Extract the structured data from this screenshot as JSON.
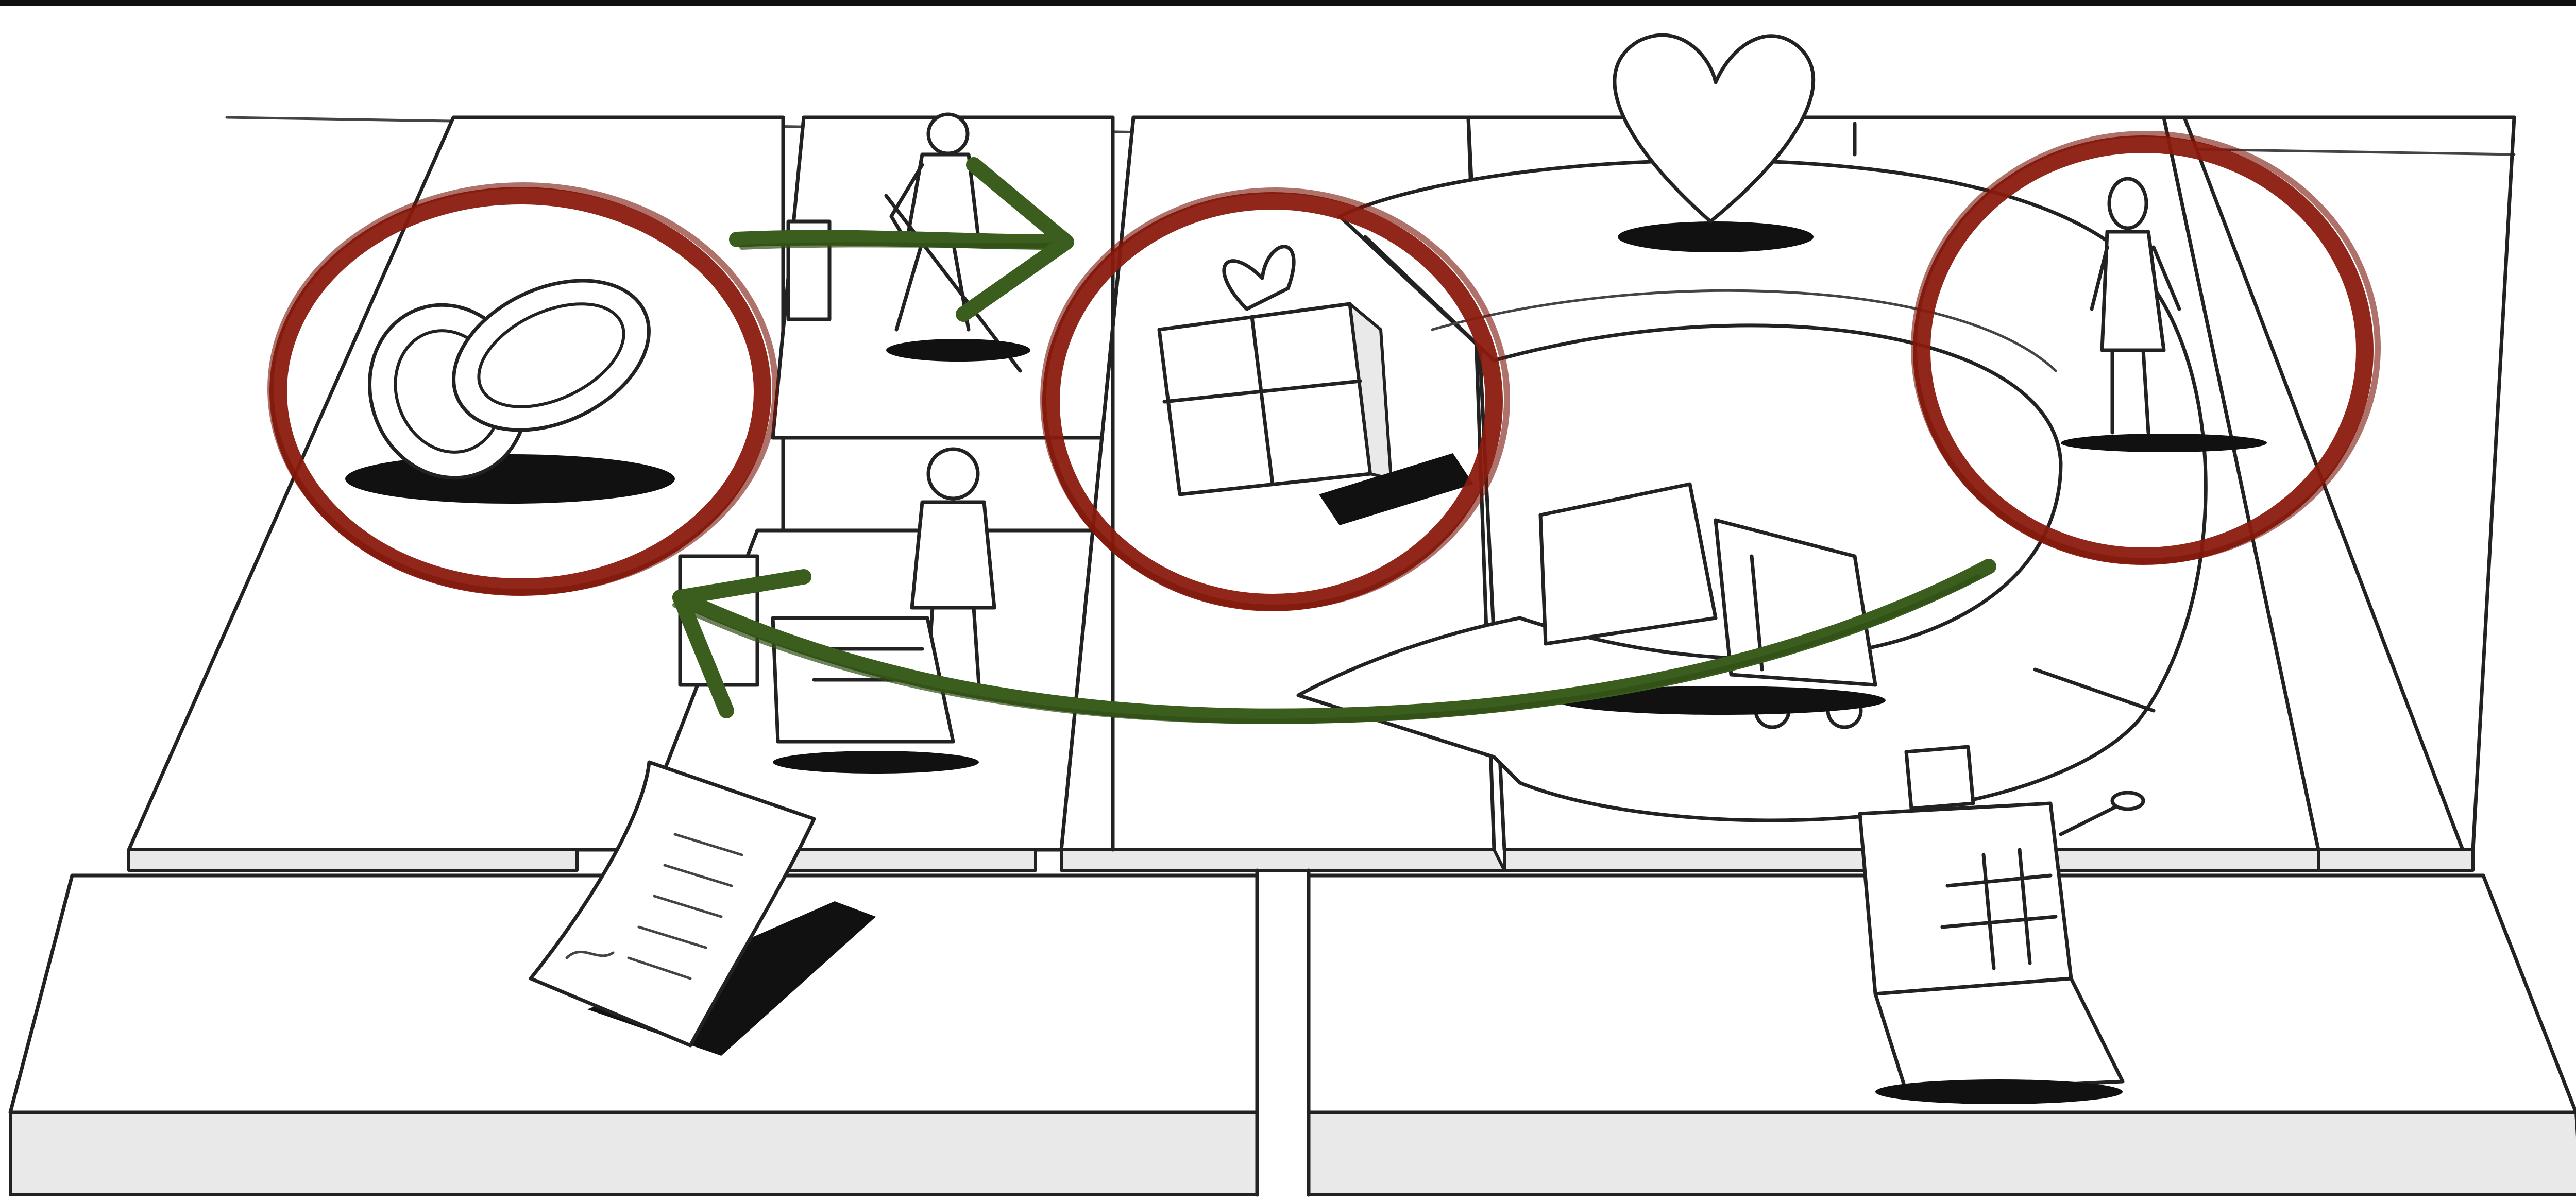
{
  "diagram": {
    "type": "business-model-canvas-sketch",
    "blocks": [
      {
        "id": "key-partners",
        "icon": "interlocked-rings-icon"
      },
      {
        "id": "key-activities",
        "icon": "worker-shoveling-icon"
      },
      {
        "id": "key-resources",
        "icon": "person-with-machine-icon"
      },
      {
        "id": "value-propositions",
        "icon": "gift-box-icon"
      },
      {
        "id": "customer-relationships",
        "icon": "heart-icon"
      },
      {
        "id": "channels",
        "icon": "delivery-truck-icon"
      },
      {
        "id": "customer-segments",
        "icon": "standing-person-icon"
      },
      {
        "id": "cost-structure",
        "icon": "invoice-paper-icon"
      },
      {
        "id": "revenue-streams",
        "icon": "cash-register-icon"
      }
    ],
    "highlights": [
      {
        "target": "key-partners",
        "shape": "circle",
        "color": "#8b1a0e"
      },
      {
        "target": "value-propositions",
        "shape": "circle",
        "color": "#8b1a0e"
      },
      {
        "target": "customer-segments",
        "shape": "circle",
        "color": "#8b1a0e"
      }
    ],
    "arrows": [
      {
        "from": "key-partners",
        "to": "value-propositions",
        "color": "#3b5e1e"
      },
      {
        "from": "customer-segments",
        "to": "key-partners",
        "color": "#3b5e1e"
      }
    ]
  }
}
